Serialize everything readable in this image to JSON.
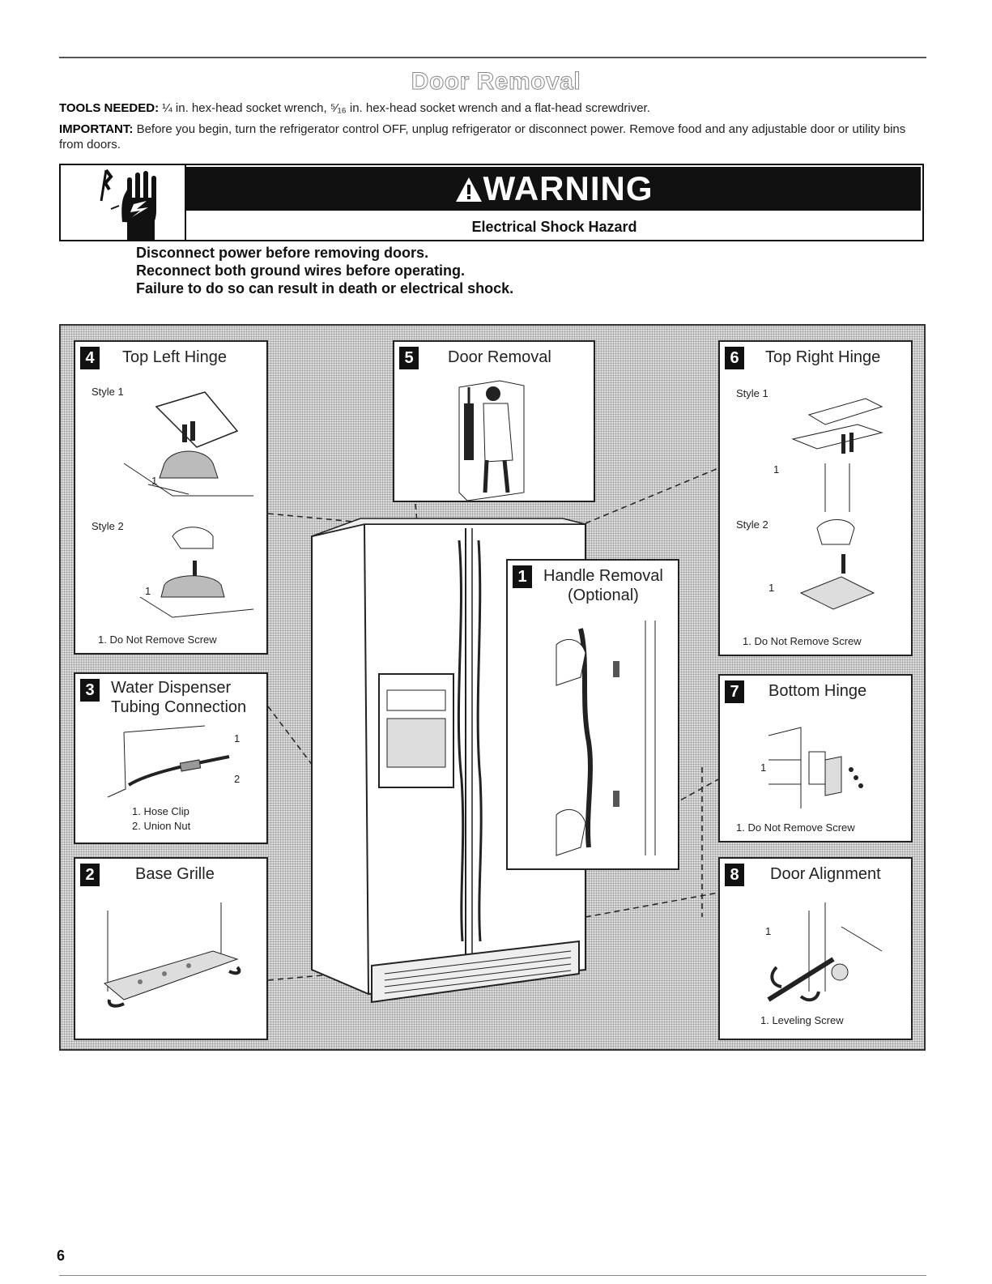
{
  "page": {
    "heading": "Door Removal",
    "tools_label": "TOOLS NEEDED:",
    "tools_text": "¼ in. hex-head socket wrench, ⁵⁄₁₆ in. hex-head socket wrench and a flat-head screwdriver.",
    "important_label": "IMPORTANT:",
    "important_text": "Before you begin, turn the refrigerator control OFF, unplug refrigerator or disconnect power. Remove food and any adjustable door or utility bins from doors.",
    "page_number": "6"
  },
  "warning": {
    "title": "WARNING",
    "subtitle": "Electrical Shock Hazard",
    "lines": [
      "Disconnect power before removing doors.",
      "Reconnect both ground wires before operating.",
      "Failure to do so can result in death or electrical shock."
    ],
    "icon": "electrical-shock-hand-icon"
  },
  "panels": {
    "top_left_hinge": {
      "number": "4",
      "title": "Top Left Hinge",
      "style1": "Style 1",
      "style2": "Style 2",
      "callout": "1",
      "caption": "1. Do Not Remove Screw"
    },
    "door_removal": {
      "number": "5",
      "title": "Door Removal"
    },
    "top_right_hinge": {
      "number": "6",
      "title": "Top Right Hinge",
      "style1": "Style 1",
      "style2": "Style 2",
      "callout": "1",
      "caption": "1. Do Not Remove Screw"
    },
    "water_dispenser": {
      "number": "3",
      "title_line1": "Water Dispenser",
      "title_line2": "Tubing Connection",
      "callout1": "1",
      "callout2": "2",
      "caption1": "1. Hose Clip",
      "caption2": "2. Union Nut"
    },
    "handle_removal": {
      "number": "1",
      "title_line1": "Handle Removal",
      "title_line2": "(Optional)"
    },
    "bottom_hinge": {
      "number": "7",
      "title": "Bottom Hinge",
      "callout": "1",
      "caption": "1. Do Not Remove Screw"
    },
    "base_grille": {
      "number": "2",
      "title": "Base Grille"
    },
    "door_alignment": {
      "number": "8",
      "title": "Door Alignment",
      "callout": "1",
      "caption": "1. Leveling Screw"
    }
  }
}
